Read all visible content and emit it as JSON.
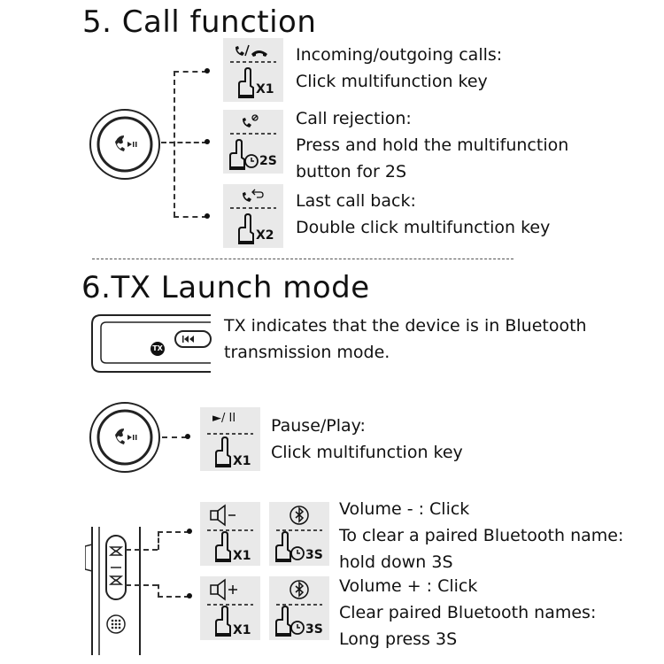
{
  "section5": {
    "title": "5. Call function",
    "items": [
      {
        "line1": "Incoming/outgoing calls:",
        "line2": "Click multifunction key",
        "badge": "X1",
        "icon": "phone-answer-hangup-icon"
      },
      {
        "line1": "Call rejection:",
        "line2": "Press and hold the multifunction",
        "line3": "button for 2S",
        "badge": "2S",
        "icon": "phone-reject-icon"
      },
      {
        "line1": "Last call back:",
        "line2": "Double click multifunction key",
        "badge": "X2",
        "icon": "phone-callback-icon"
      }
    ]
  },
  "section6": {
    "title": "6.TX Launch mode",
    "tx_badge": "TX",
    "tx_text1": "TX indicates that the device is in Bluetooth",
    "tx_text2": "transmission mode.",
    "pause_play": {
      "line1": "Pause/Play:",
      "line2": "Click multifunction key",
      "glyph": "►/ II",
      "badge": "X1"
    },
    "volume_down": {
      "line1": "Volume - : Click",
      "line2": "To clear a paired Bluetooth name:",
      "line3": "hold down 3S",
      "badge_left": "X1",
      "badge_right": "3S"
    },
    "volume_up": {
      "line1": "Volume + : Click",
      "line2": "Clear paired Bluetooth names:",
      "line3": "Long press 3S",
      "badge_left": "X1",
      "badge_right": "3S"
    }
  }
}
